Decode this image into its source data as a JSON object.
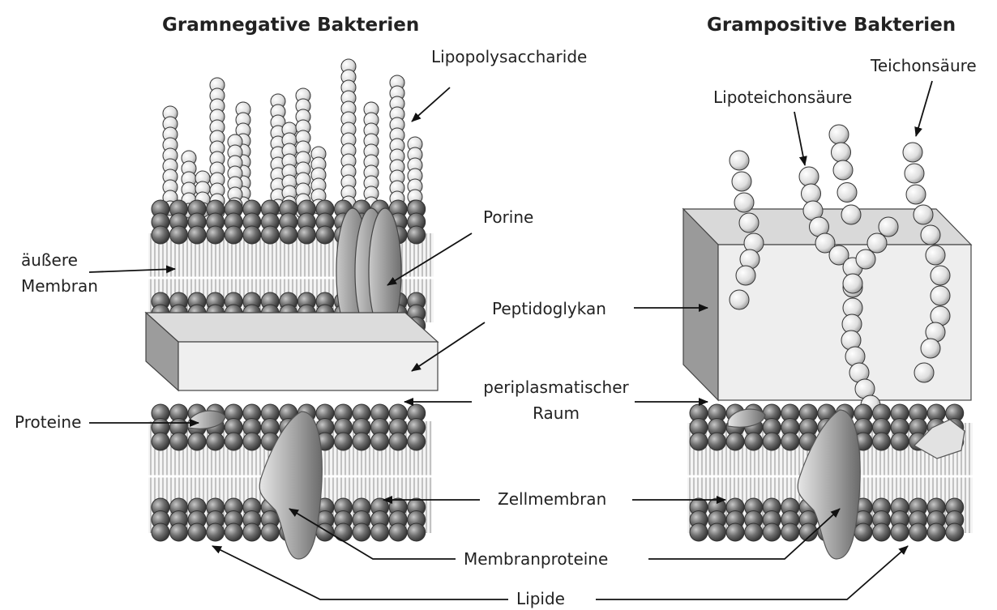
{
  "titles": {
    "left": "Gramnegative Bakterien",
    "right": "Grampositive Bakterien"
  },
  "labels": {
    "lipopolysaccharide": "Lipopolysaccharide",
    "lipoteichonsaeure": "Lipoteichonsäure",
    "teichonsaeure": "Teichonsäure",
    "porine": "Porine",
    "aeussere_line1": "äußere",
    "aeussere_line2": "Membran",
    "peptidoglykan": "Peptidoglykan",
    "periplasm_line1": "periplasmatischer",
    "periplasm_line2": "Raum",
    "proteine": "Proteine",
    "zellmembran": "Zellmembran",
    "membranproteine": "Membranproteine",
    "lipide": "Lipide"
  },
  "colors": {
    "sphere_dark": "#5a5a5a",
    "sphere_light": "#e4e4e4",
    "block_face": "#eeeeee",
    "block_side": "#9a9a9a",
    "protein": "#8d8d8d"
  }
}
